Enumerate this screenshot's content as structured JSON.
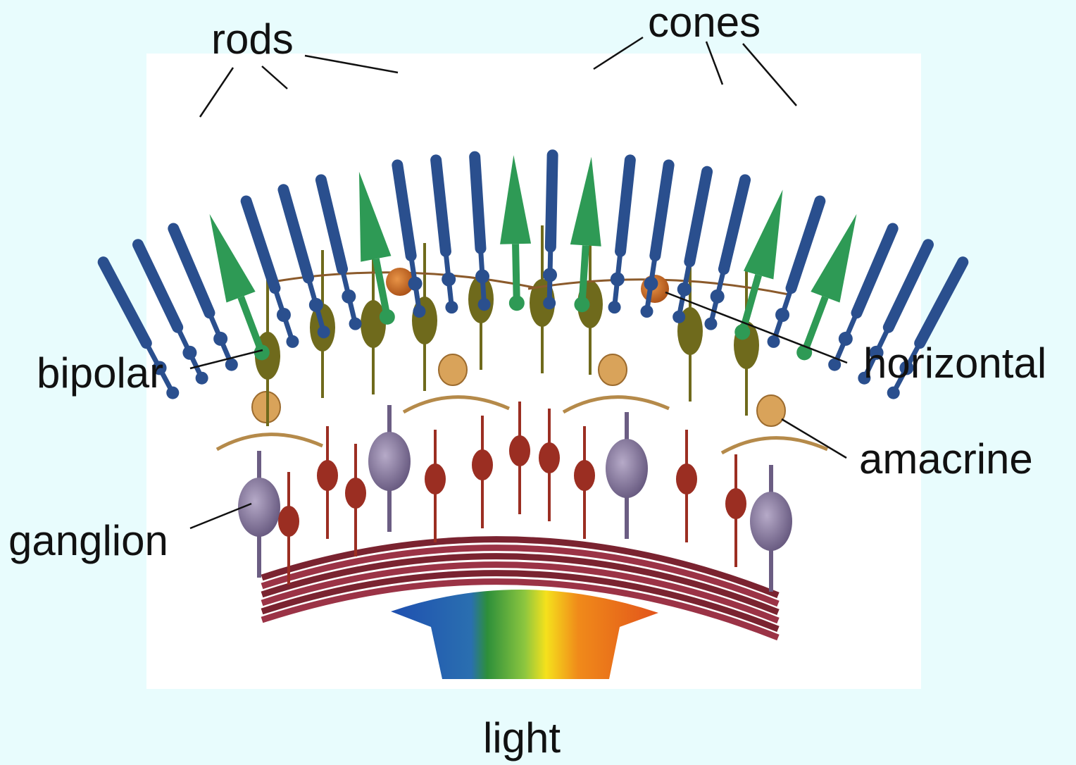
{
  "labels": {
    "rods": "rods",
    "cones": "cones",
    "bipolar": "bipolar",
    "horizontal": "horizontal",
    "amacrine": "amacrine",
    "ganglion": "ganglion",
    "light": "light"
  },
  "colors": {
    "page_background": "#e8fcfd",
    "panel_background": "#ffffff",
    "rod": "#2a4f8e",
    "cone": "#2e9a55",
    "bipolar": "#6f6a1c",
    "horizontal": "#c9661f",
    "amacrine": "#d9a35a",
    "ganglion": "#7d6f95",
    "ganglion_small": "#9b2e22",
    "nerve_fiber_layer": "#7a2330",
    "light_spectrum": [
      "#1f4fb0",
      "#2d8f3a",
      "#8cc63f",
      "#f5e11c",
      "#f08a1a",
      "#e2541b"
    ]
  }
}
